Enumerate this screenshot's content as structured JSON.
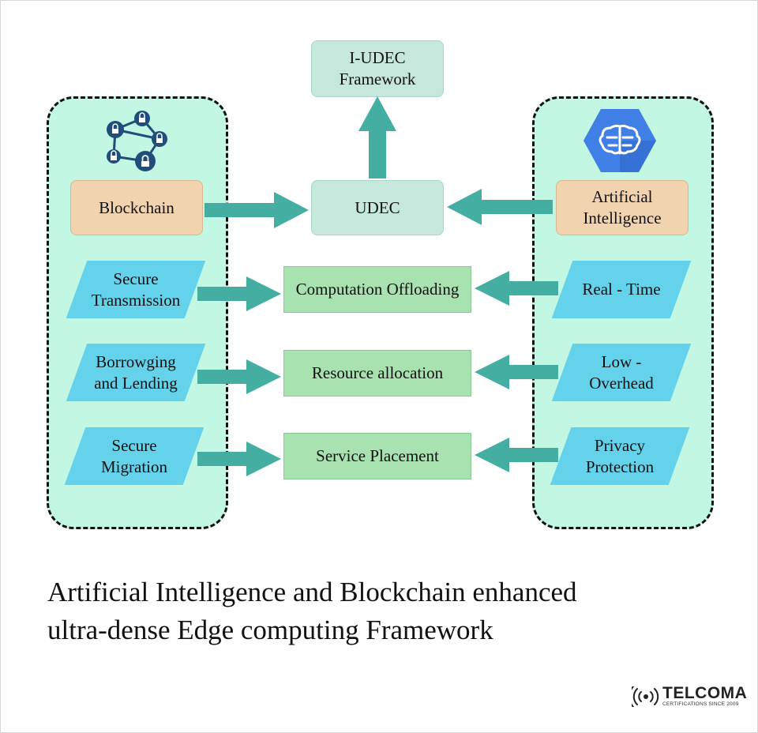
{
  "diagram": {
    "top_box": "I-UDEC\nFramework",
    "center_box": "UDEC",
    "left_panel": {
      "icon": "blockchain-network-icon",
      "header_box": "Blockchain",
      "items": [
        "Secure\nTransmission",
        "Borrowging\nand Lending",
        "Secure\nMigration"
      ]
    },
    "right_panel": {
      "icon": "ai-brain-icon",
      "header_box": "Artificial\nIntelligence",
      "items": [
        "Real - Time",
        "Low -\nOverhead",
        "Privacy\nProtection"
      ]
    },
    "middle_boxes": [
      "Computation Offloading",
      "Resource allocation",
      "Service Placement"
    ]
  },
  "caption": {
    "line1": "Artificial Intelligence and Blockchain enhanced",
    "line2": "ultra-dense Edge computing Framework"
  },
  "logo": {
    "name": "TELCOMA",
    "tagline": "CERTIFICATIONS SINCE 2009"
  },
  "colors": {
    "panel": "#c2f7e3",
    "arrow": "#45aea3",
    "udec_box": "#c5e7dc",
    "orange_box": "#f1d3b0",
    "green_box": "#a8e2b0",
    "parallelogram": "#63d2ea",
    "ai_icon_hex": "#3f7fe6"
  }
}
